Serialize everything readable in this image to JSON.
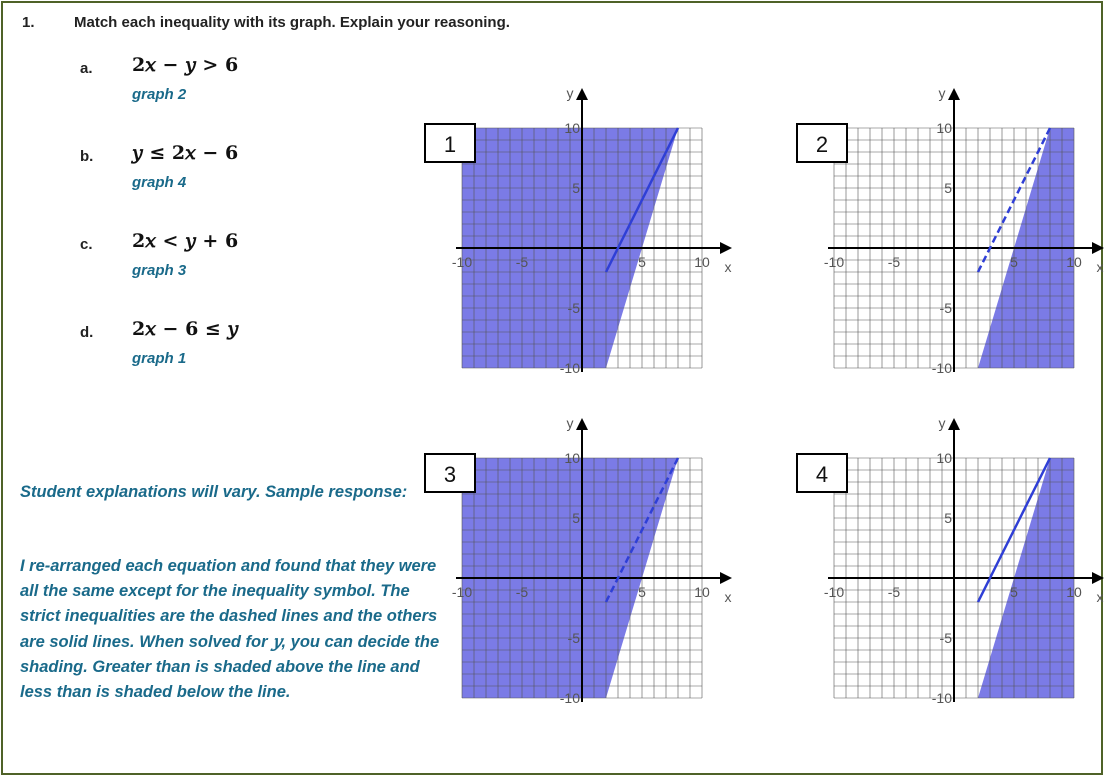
{
  "question": {
    "number": "1.",
    "prompt": "Match each inequality with its graph.  Explain your reasoning."
  },
  "parts": [
    {
      "label": "a.",
      "inequality": "2𝑥 − 𝑦 > 6",
      "answer": "graph 2"
    },
    {
      "label": "b.",
      "inequality": "𝑦 ≤ 2𝑥 − 6",
      "answer": "graph 4"
    },
    {
      "label": "c.",
      "inequality": "2𝑥 < 𝑦 + 6",
      "answer": "graph 3"
    },
    {
      "label": "d.",
      "inequality": "2𝑥 − 6 ≤ 𝑦",
      "answer": "graph 1"
    }
  ],
  "explanation": {
    "intro": "Student explanations will vary.  Sample response:",
    "body_before_var": "I re-arranged each equation and found that they were all the same except for the inequality symbol.  The strict inequalities are the dashed lines and the others are solid lines.  When solved for ",
    "variable": "𝑦",
    "body_after_var": ", you can decide the shading.  Greater than is shaded above the line and less than is shaded below the line."
  },
  "graphs": [
    {
      "number": "1",
      "line_style": "solid",
      "shade": "above"
    },
    {
      "number": "2",
      "line_style": "dashed",
      "shade": "below"
    },
    {
      "number": "3",
      "line_style": "dashed",
      "shade": "above"
    },
    {
      "number": "4",
      "line_style": "solid",
      "shade": "below"
    }
  ],
  "axes": {
    "x_label": "x",
    "y_label": "y",
    "x_ticks": [
      "-10",
      "-5",
      "5",
      "10"
    ],
    "y_ticks": [
      "10",
      "5",
      "-5",
      "-10"
    ],
    "range": [
      -10,
      10
    ]
  },
  "colors": {
    "shade": "#7b7be6",
    "line": "#2f3fd6",
    "grid": "#555555",
    "answer_text": "#1a6a8a",
    "border": "#4f6228"
  }
}
